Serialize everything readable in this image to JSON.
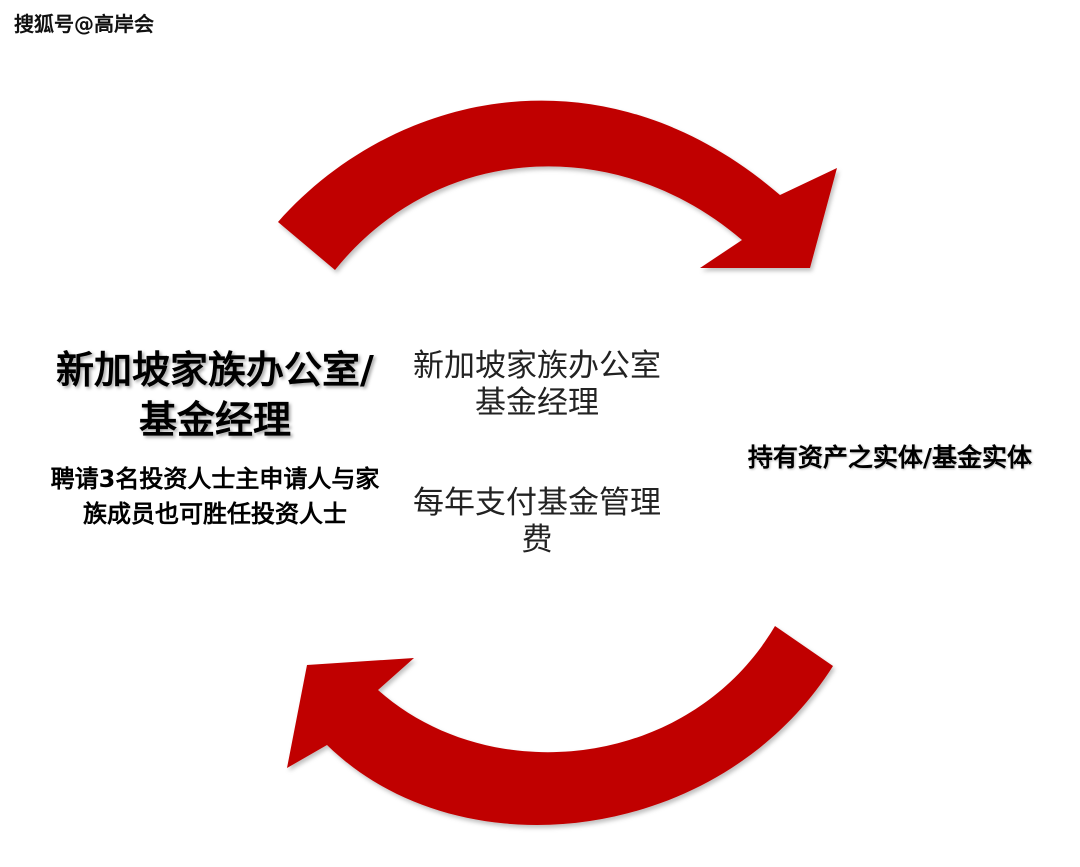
{
  "watermark": "搜狐号@高岸会",
  "left": {
    "title": "新加坡家族办公室/基金经理",
    "subtitle": "聘请3名投资人士主申请人与家族成员也可胜任投资人士"
  },
  "center": {
    "top_label": "新加坡家族办公室基金经理",
    "bottom_label": "每年支付基金管理费"
  },
  "right": {
    "label": "持有资产之实体/基金实体"
  },
  "colors": {
    "arrow": "#C00000"
  }
}
